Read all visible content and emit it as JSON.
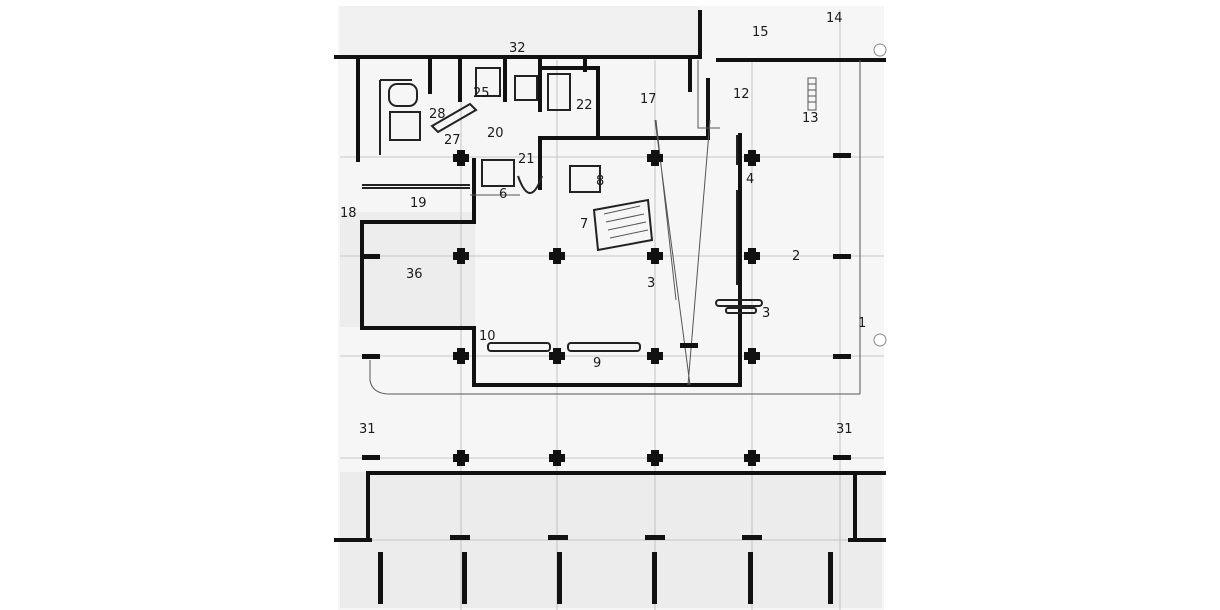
{
  "plan": {
    "room_labels": [
      "1",
      "2",
      "3",
      "3",
      "4",
      "6",
      "7",
      "8",
      "9",
      "10",
      "12",
      "13",
      "14",
      "15",
      "17",
      "18",
      "19",
      "20",
      "21",
      "22",
      "25",
      "27",
      "28",
      "31",
      "31",
      "32",
      "36"
    ]
  }
}
